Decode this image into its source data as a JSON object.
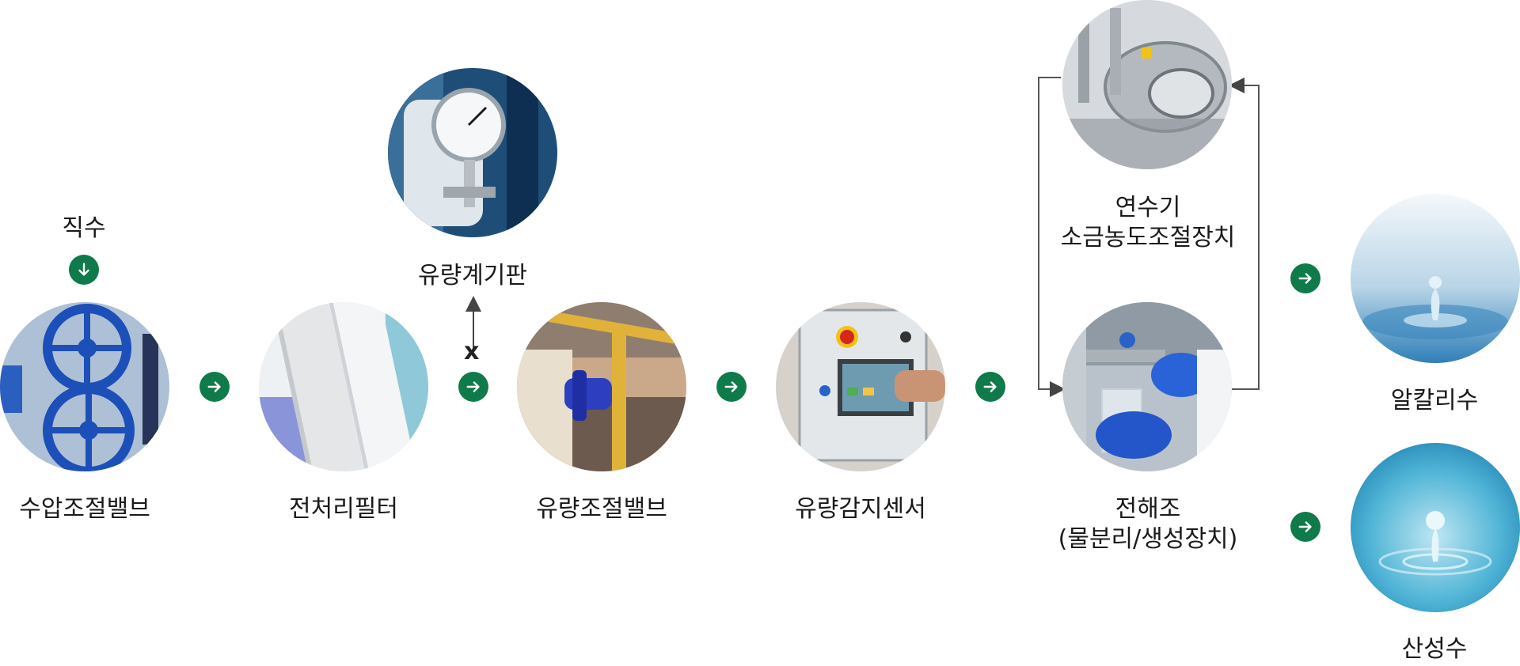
{
  "diagram": {
    "source_label": "직수",
    "steps": [
      {
        "id": "pressure-valve",
        "label": "수압조절밸브"
      },
      {
        "id": "prefilter",
        "label": "전처리필터"
      },
      {
        "id": "flow-gauge",
        "label": "유량계기판"
      },
      {
        "id": "flow-valve",
        "label": "유량조절밸브"
      },
      {
        "id": "flow-sensor",
        "label": "유량감지센서"
      },
      {
        "id": "softener",
        "label_line1": "연수기",
        "label_line2": "소금농도조절장치"
      },
      {
        "id": "electrolyzer",
        "label_line1": "전해조",
        "label_line2": "(물분리/생성장치)"
      }
    ],
    "outputs": [
      {
        "id": "alkaline",
        "label": "알칼리수"
      },
      {
        "id": "acidic",
        "label": "산성수"
      }
    ],
    "branch_marker": "x",
    "colors": {
      "accent": "#0f7a4a",
      "line": "#444444"
    }
  }
}
